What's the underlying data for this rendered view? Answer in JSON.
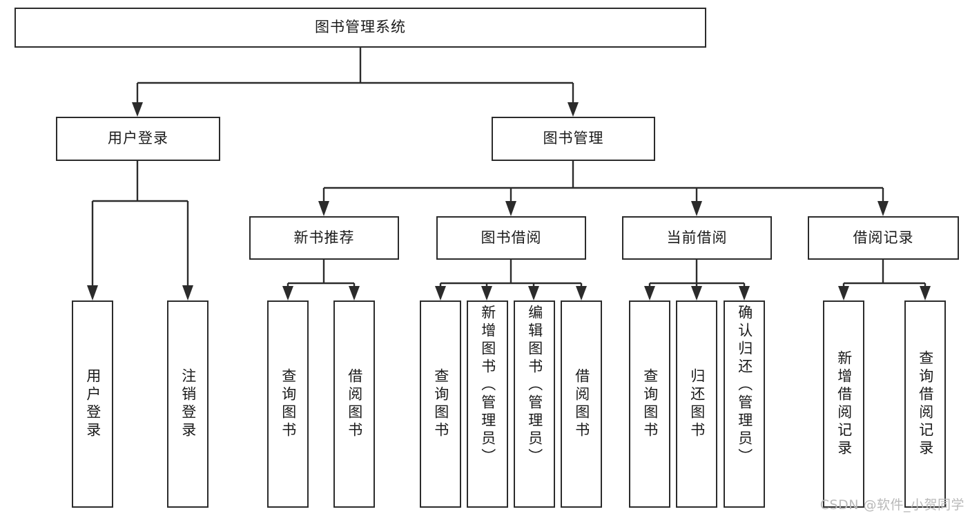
{
  "diagram": {
    "type": "tree-structure-chart",
    "title": "图书管理系统",
    "root": {
      "label": "图书管理系统"
    },
    "level1": [
      {
        "label": "用户登录"
      },
      {
        "label": "图书管理"
      }
    ],
    "level2": [
      {
        "label": "新书推荐"
      },
      {
        "label": "图书借阅"
      },
      {
        "label": "当前借阅"
      },
      {
        "label": "借阅记录"
      }
    ],
    "leaves": {
      "user_login": [
        {
          "label": "用户登录"
        },
        {
          "label": "注销登录"
        }
      ],
      "new_book_recommend": [
        {
          "label": "查询图书"
        },
        {
          "label": "借阅图书"
        }
      ],
      "book_borrow": [
        {
          "label": "查询图书"
        },
        {
          "label": "新增图书（管理员）"
        },
        {
          "label": "编辑图书（管理员）"
        },
        {
          "label": "借阅图书"
        }
      ],
      "current_borrow": [
        {
          "label": "查询图书"
        },
        {
          "label": "归还图书"
        },
        {
          "label": "确认归还（管理员）"
        }
      ],
      "borrow_record": [
        {
          "label": "新增借阅记录"
        },
        {
          "label": "查询借阅记录"
        }
      ]
    }
  },
  "watermark": {
    "text": "CSDN @软件_小贺同学"
  },
  "colors": {
    "stroke": "#2b2b2b",
    "background": "#ffffff",
    "text": "#1a1a1a",
    "watermark": "#b9b9b9"
  }
}
